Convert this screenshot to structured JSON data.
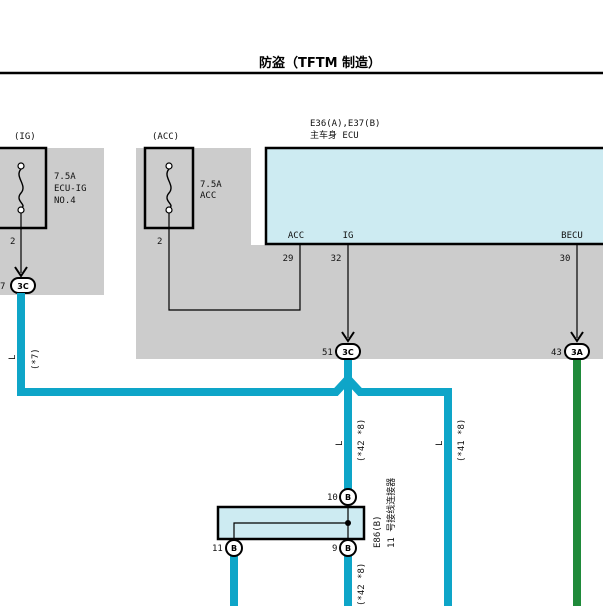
{
  "title": "防盗（TFTM 制造）",
  "colors": {
    "panel_gray": "#cccccc",
    "ecu_fill": "#cdebf2",
    "wire_blue": "#0ea5c8",
    "wire_green": "#1f8a3a",
    "line_black": "#000000"
  },
  "fuse_ig": {
    "tag": "(IG)",
    "rating": "7.5A",
    "name_line1": "ECU-IG",
    "name_line2": "NO.4",
    "pin": "2",
    "connector": "3C",
    "connector_pin": "7"
  },
  "fuse_acc": {
    "tag": "(ACC)",
    "rating": "7.5A",
    "name": "ACC",
    "pin": "2"
  },
  "ecu": {
    "code": "E36(A),E37(B)",
    "name": "主车身 ECU",
    "terminals": [
      {
        "label": "ACC",
        "pin": "29"
      },
      {
        "label": "IG",
        "pin": "32"
      },
      {
        "label": "BECU",
        "pin": "30"
      }
    ],
    "connector_ig": {
      "pin": "51",
      "code": "3C"
    },
    "connector_becu": {
      "pin": "43",
      "code": "3A"
    }
  },
  "wires": {
    "left_label": "L",
    "left_note": "(*7)",
    "mid_label": "L",
    "mid_note": "(*42 *8)",
    "right_label": "L",
    "right_note": "(*41 *8)",
    "bottom_note": "(*42 *8)"
  },
  "junction": {
    "code": "E86(B)",
    "name": "11 号接线连接器",
    "pin_top": "10",
    "pin_left": "11",
    "pin_right": "9",
    "conn_code": "B"
  }
}
